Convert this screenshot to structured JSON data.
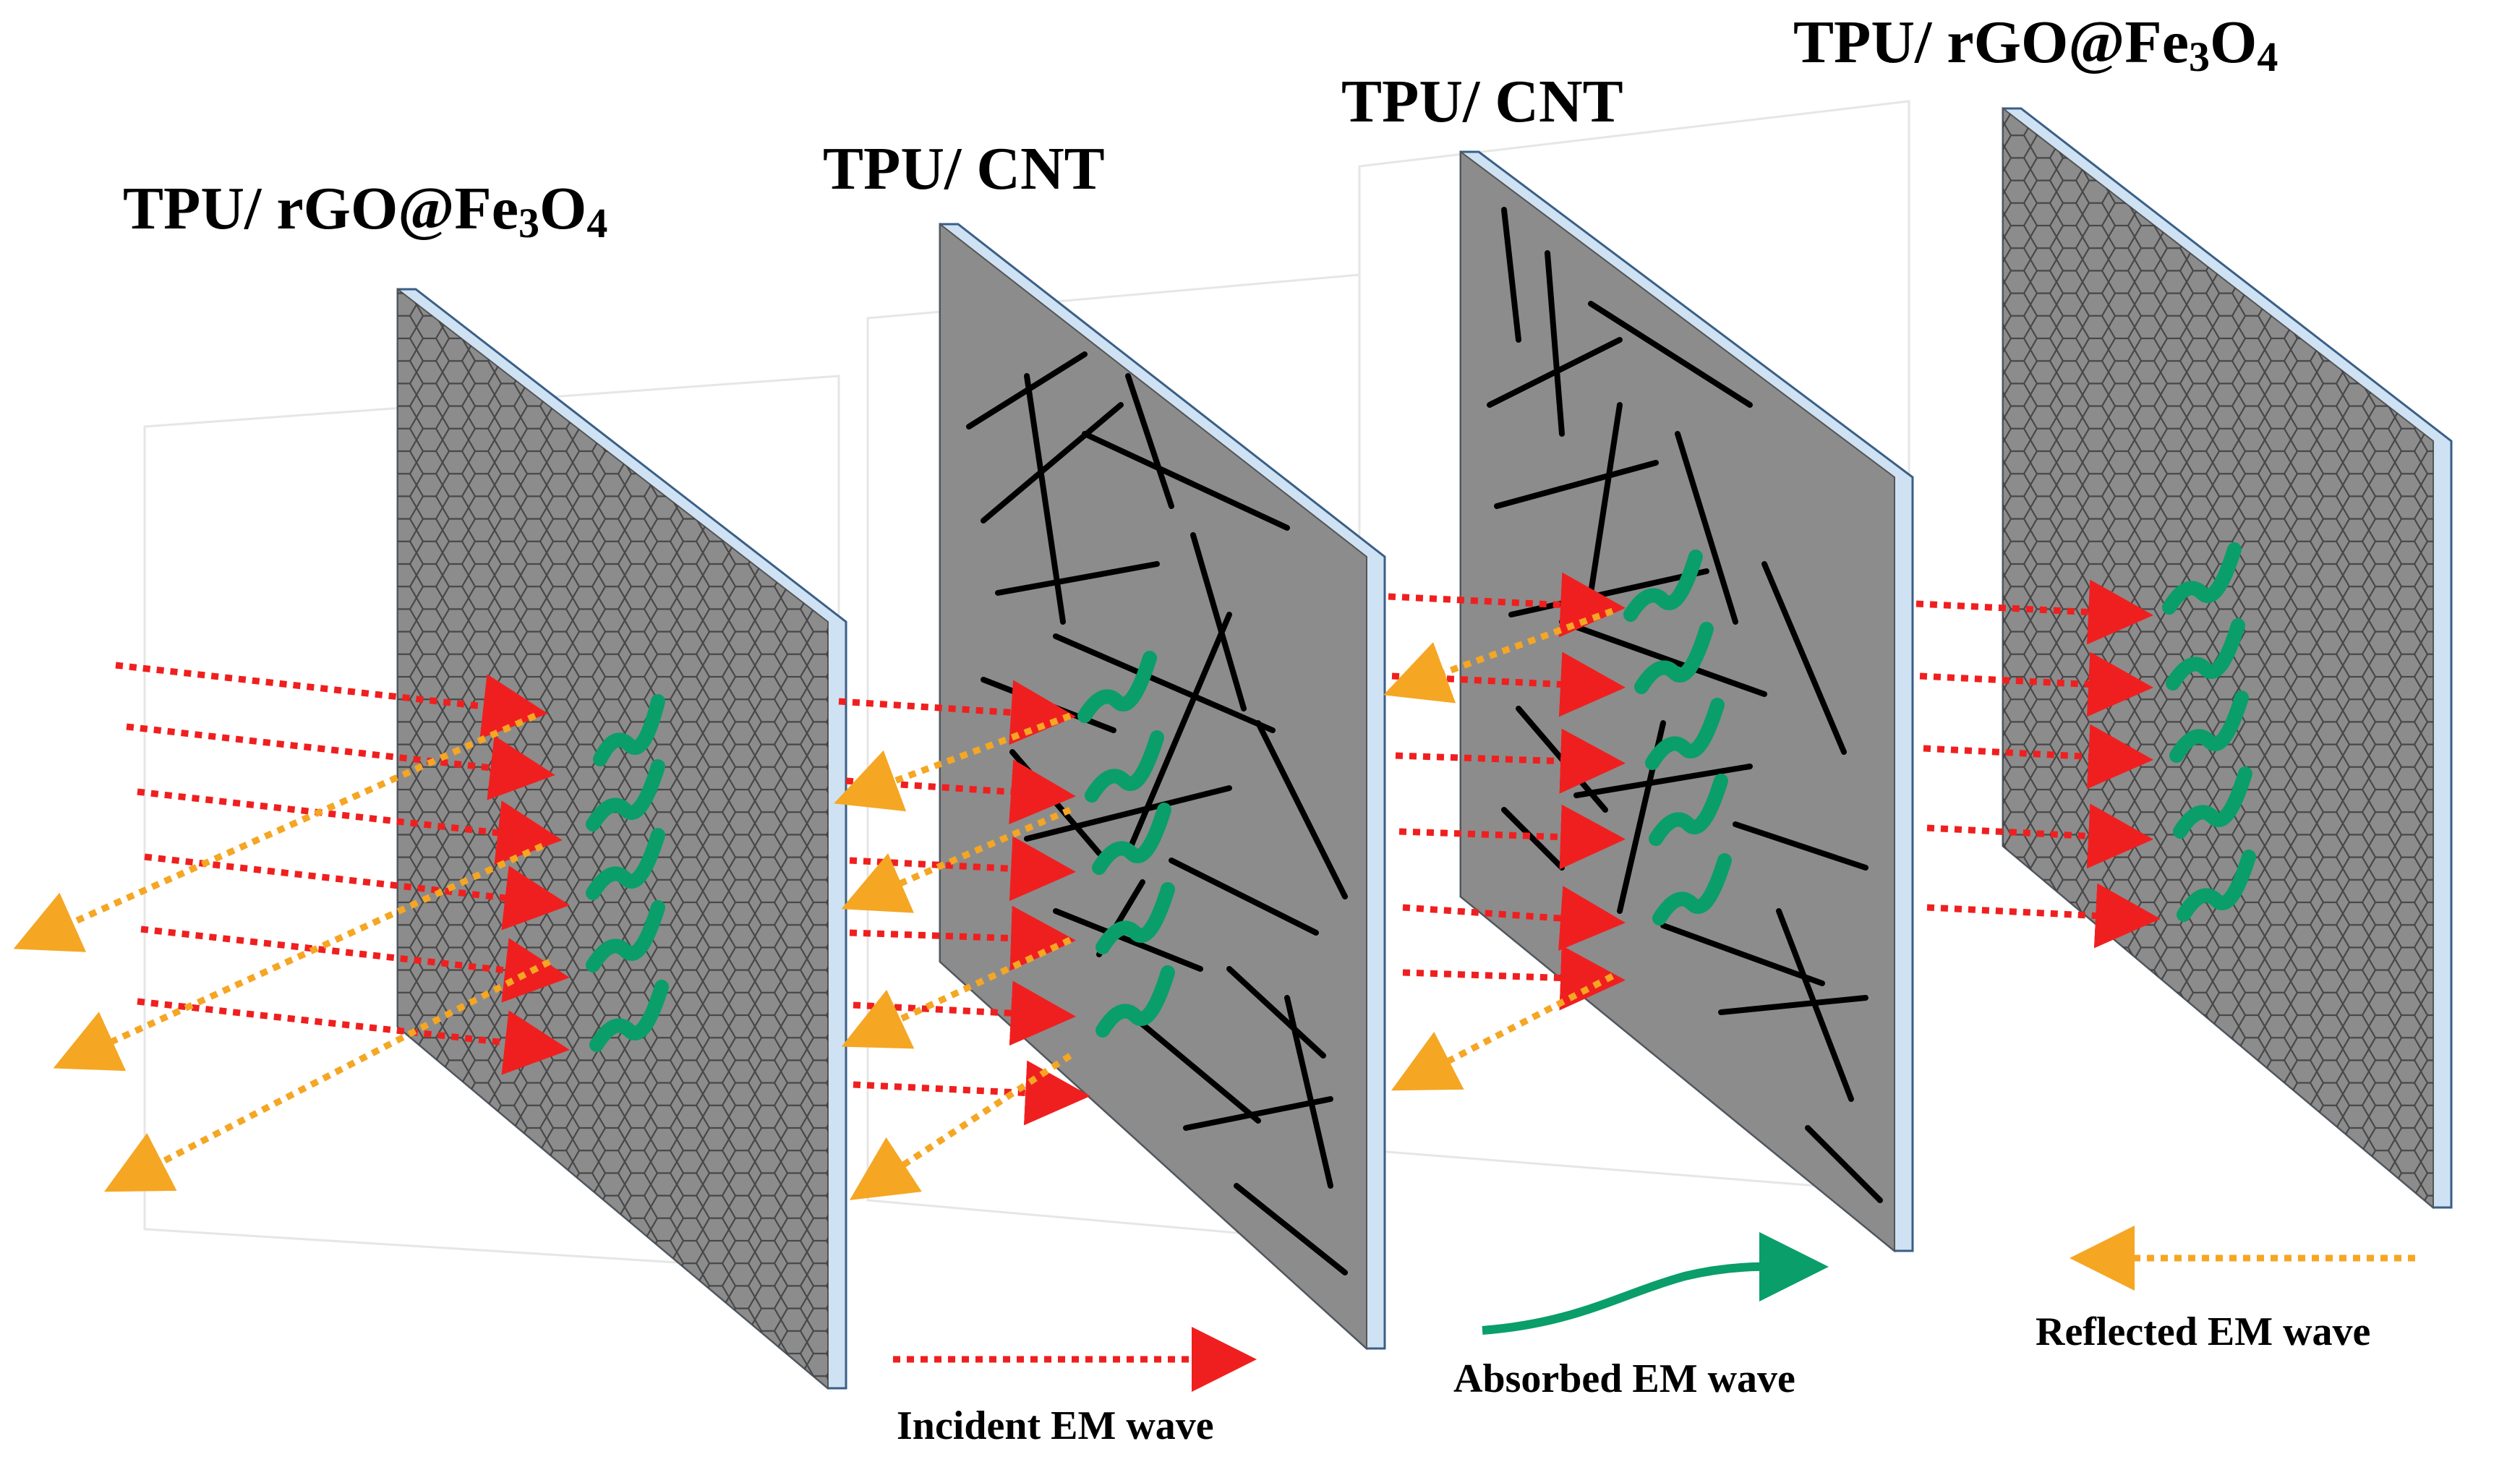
{
  "panels": [
    {
      "title_main": "TPU/ rGO@Fe",
      "sub1": "3",
      "mid": "O",
      "sub2": "4",
      "kind": "rgo"
    },
    {
      "title_main": "TPU/ CNT",
      "kind": "cnt"
    },
    {
      "title_main": "TPU/ CNT",
      "kind": "cnt"
    },
    {
      "title_main": "TPU/ rGO@Fe",
      "sub1": "3",
      "mid": "O",
      "sub2": "4",
      "kind": "rgo"
    }
  ],
  "legend": {
    "incident": "Incident EM wave",
    "absorbed": "Absorbed EM wave",
    "reflected": "Reflected EM wave"
  },
  "colors": {
    "panel_face": "#8c8c8c",
    "panel_edge": "#cfe2f3",
    "panel_border": "#3a5f86",
    "incident": "#f01f1f",
    "reflected": "#f5a623",
    "absorbed": "#0a9e6a",
    "cnt": "#000000",
    "hex": "#3b3b3b"
  }
}
